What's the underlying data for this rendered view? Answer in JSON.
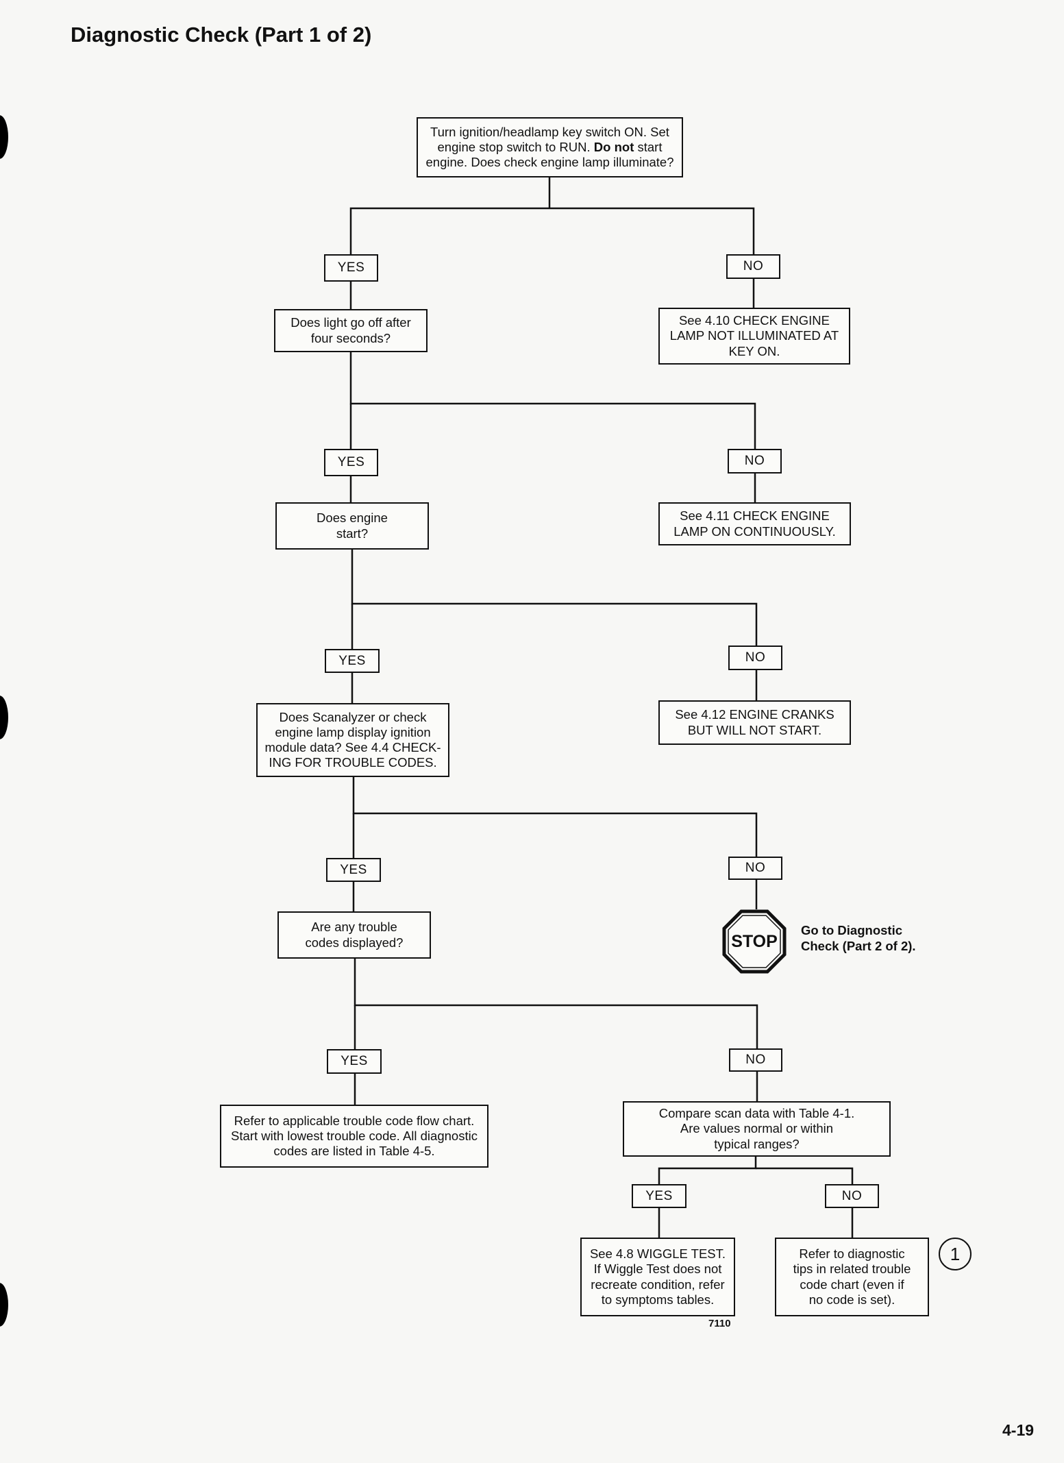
{
  "page": {
    "title": "Diagnostic Check (Part 1 of 2)",
    "page_number": "4-19",
    "figure_number": "7110"
  },
  "flowchart": {
    "start_box": "Turn ignition/headlamp key switch ON. Set engine stop switch to RUN. Do not start engine. Does check engine lamp illuminate?",
    "start_box_parts": {
      "before": "Turn ignition/headlamp key switch ON. Set engine stop switch to RUN. ",
      "bold": "Do not",
      "after": " start engine. Does check engine lamp illuminate?"
    },
    "yes_label": "YES",
    "no_label": "NO",
    "q_light_off": "Does light go off after\nfour seconds?",
    "ans_not_illuminated": "See 4.10 CHECK ENGINE\nLAMP NOT ILLUMINATED AT\nKEY ON.",
    "q_engine_start": "Does engine\nstart?",
    "ans_lamp_on": "See 4.11 CHECK ENGINE\nLAMP ON CONTINUOUSLY.",
    "q_scanalyzer": "Does Scanalyzer or check\nengine lamp display ignition\nmodule data? See 4.4 CHECK-\nING FOR TROUBLE CODES.",
    "ans_cranks": "See 4.12 ENGINE CRANKS\nBUT WILL NOT START.",
    "q_trouble_codes": "Are any trouble\ncodes displayed?",
    "stop_label": "STOP",
    "stop_note": "Go to Diagnostic\nCheck (Part 2 of 2).",
    "ans_refer_flow": "Refer to applicable trouble code flow chart.\nStart with lowest trouble code. All diagnostic\ncodes are listed in Table 4-5.",
    "q_compare_scan": "Compare scan data with Table 4-1.\nAre values normal or within\ntypical ranges?",
    "ans_wiggle": "See 4.8 WIGGLE TEST.\nIf Wiggle Test does not\nrecreate condition, refer\nto symptoms tables.",
    "ans_diag_tips": "Refer to diagnostic\ntips in related trouble\ncode chart (even if\nno code is set).",
    "circle_ref": "1"
  }
}
